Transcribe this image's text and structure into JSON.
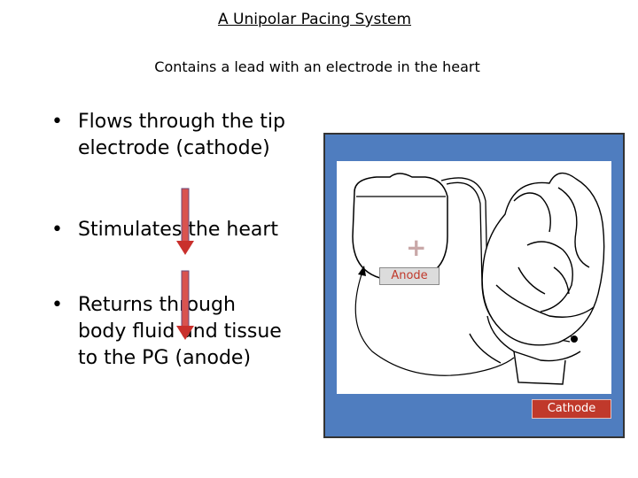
{
  "title": "A Unipolar Pacing System",
  "subtitle": "Contains a lead with an electrode in the heart",
  "bullets": [
    {
      "marker": "•",
      "lines": [
        "Flows through the tip",
        "electrode (cathode)"
      ]
    },
    {
      "marker": "•",
      "lines": [
        "Stimulates the heart"
      ]
    },
    {
      "marker": "•",
      "lines": [
        "Returns through",
        "body fluid and tissue",
        "to the PG (anode)"
      ]
    }
  ],
  "diagram": {
    "anode_label": "Anode",
    "cathode_label": "Cathode",
    "plus_sign": "+"
  },
  "colors": {
    "panel": "#4f7dbf",
    "arrow": "#d9534f",
    "label_red": "#c0392b"
  }
}
